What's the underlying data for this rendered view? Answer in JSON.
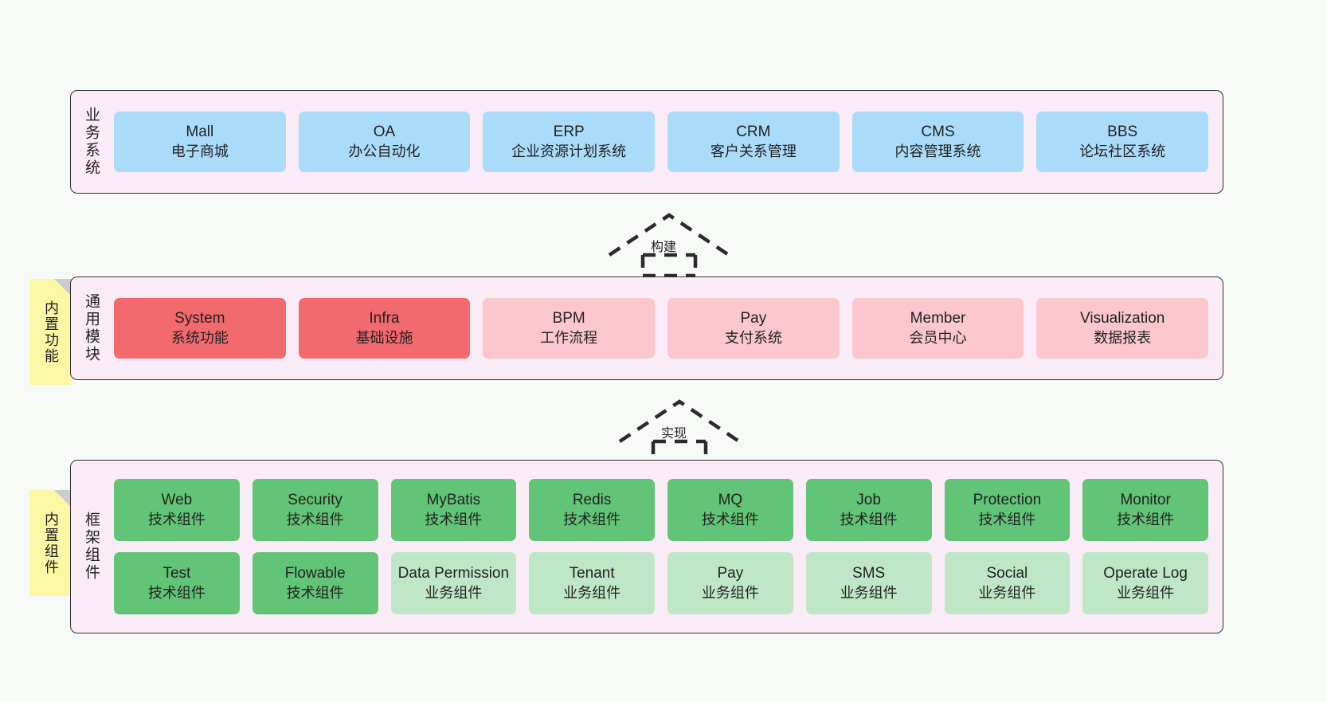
{
  "diagram": {
    "background": "#f7f9f7",
    "layers": [
      {
        "id": "business",
        "title": "业务系统",
        "panel_color": "#f9ecf6",
        "rows": [
          {
            "cards": [
              {
                "en": "Mall",
                "cn": "电子商城",
                "color": "#aadcfa"
              },
              {
                "en": "OA",
                "cn": "办公自动化",
                "color": "#aadcfa"
              },
              {
                "en": "ERP",
                "cn": "企业资源计划系统",
                "color": "#aadcfa"
              },
              {
                "en": "CRM",
                "cn": "客户关系管理",
                "color": "#aadcfa"
              },
              {
                "en": "CMS",
                "cn": "内容管理系统",
                "color": "#aadcfa"
              },
              {
                "en": "BBS",
                "cn": "论坛社区系统",
                "color": "#aadcfa"
              }
            ]
          }
        ]
      },
      {
        "id": "common",
        "title": "通用模块",
        "panel_color": "#f9ecf6",
        "sticky": "内置功能",
        "rows": [
          {
            "cards": [
              {
                "en": "System",
                "cn": "系统功能",
                "color": "#f26a6e"
              },
              {
                "en": "Infra",
                "cn": "基础设施",
                "color": "#f26a6e"
              },
              {
                "en": "BPM",
                "cn": "工作流程",
                "color": "#fbc6ce"
              },
              {
                "en": "Pay",
                "cn": "支付系统",
                "color": "#fbc6ce"
              },
              {
                "en": "Member",
                "cn": "会员中心",
                "color": "#fbc6ce"
              },
              {
                "en": "Visualization",
                "cn": "数据报表",
                "color": "#fbc6ce"
              }
            ]
          }
        ]
      },
      {
        "id": "framework",
        "title": "框架组件",
        "panel_color": "#f9ecf6",
        "sticky": "内置组件",
        "rows": [
          {
            "cards": [
              {
                "en": "Web",
                "cn": "技术组件",
                "color": "#62c476"
              },
              {
                "en": "Security",
                "cn": "技术组件",
                "color": "#62c476"
              },
              {
                "en": "MyBatis",
                "cn": "技术组件",
                "color": "#62c476"
              },
              {
                "en": "Redis",
                "cn": "技术组件",
                "color": "#62c476"
              },
              {
                "en": "MQ",
                "cn": "技术组件",
                "color": "#62c476"
              },
              {
                "en": "Job",
                "cn": "技术组件",
                "color": "#62c476"
              },
              {
                "en": "Protection",
                "cn": "技术组件",
                "color": "#62c476"
              },
              {
                "en": "Monitor",
                "cn": "技术组件",
                "color": "#62c476"
              }
            ]
          },
          {
            "cards": [
              {
                "en": "Test",
                "cn": "技术组件",
                "color": "#62c476"
              },
              {
                "en": "Flowable",
                "cn": "技术组件",
                "color": "#62c476"
              },
              {
                "en": "Data Permission",
                "cn": "业务组件",
                "color": "#bfe7c6"
              },
              {
                "en": "Tenant",
                "cn": "业务组件",
                "color": "#bfe7c6"
              },
              {
                "en": "Pay",
                "cn": "业务组件",
                "color": "#bfe7c6"
              },
              {
                "en": "SMS",
                "cn": "业务组件",
                "color": "#bfe7c6"
              },
              {
                "en": "Social",
                "cn": "业务组件",
                "color": "#bfe7c6"
              },
              {
                "en": "Operate Log",
                "cn": "业务组件",
                "color": "#bfe7c6"
              }
            ]
          }
        ]
      }
    ],
    "connectors": [
      {
        "id": "build",
        "label": "构建",
        "style": "dashed-hollow-triangle-up"
      },
      {
        "id": "realize",
        "label": "实现",
        "style": "dashed-hollow-triangle-up"
      }
    ]
  }
}
